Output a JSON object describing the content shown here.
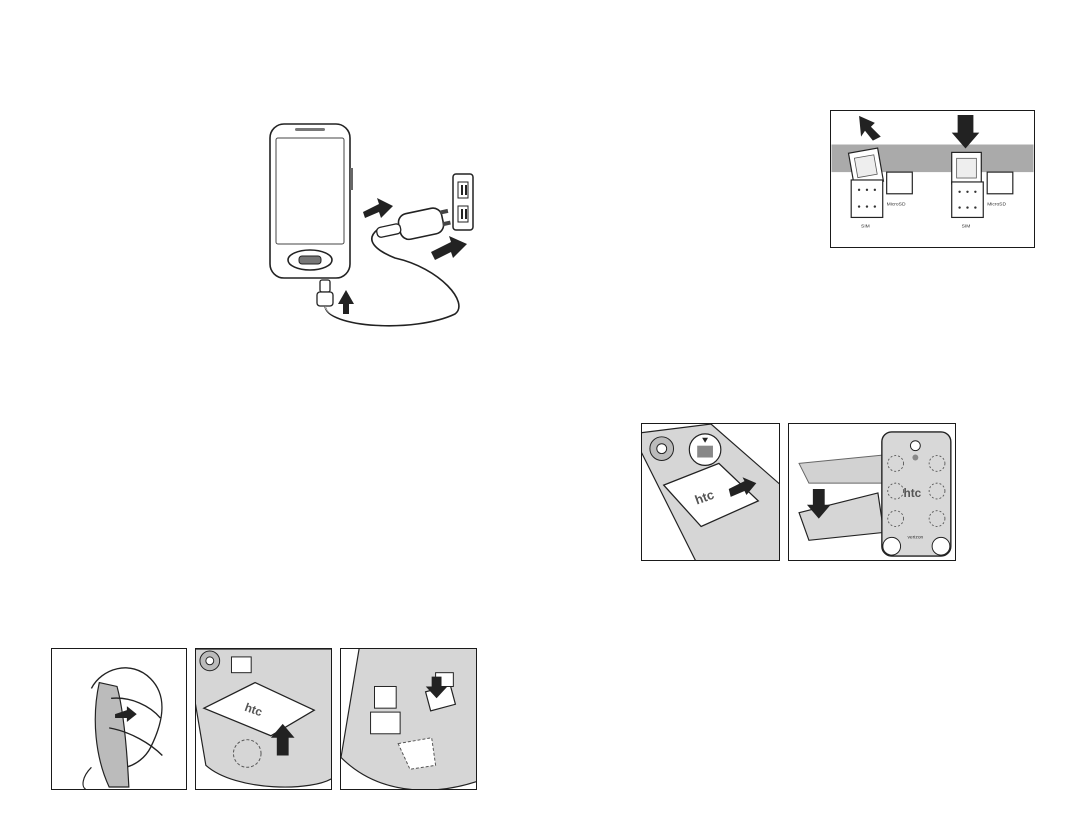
{
  "figures": {
    "charging": {
      "icon": "phone-charger-illustration"
    },
    "sim_slots": {
      "icon": "sim-card-insert-illustration",
      "slot_labels": [
        "SIM",
        "MicroSD"
      ]
    },
    "battery_cover": {
      "icon": "battery-and-cover-illustration",
      "logo": "htc",
      "carrier": "verizon"
    },
    "open_back": {
      "icon": "remove-back-cover-illustration"
    },
    "lift_battery": {
      "icon": "remove-battery-illustration",
      "logo": "htc"
    },
    "insert_card": {
      "icon": "insert-card-illustration"
    }
  }
}
